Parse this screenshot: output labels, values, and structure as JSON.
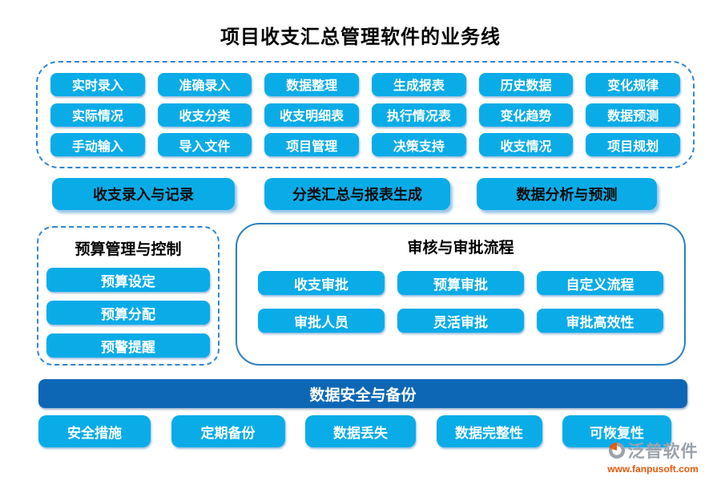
{
  "title": "项目收支汇总管理软件的业务线",
  "colors": {
    "button_blue": "#0AACE8",
    "dark_blue": "#0D67B5",
    "dashed_border_blue": "#2E86D3",
    "solid_border_blue": "#2E7FC1",
    "logo_gray": "#9AA2AA",
    "logo_orange": "#E8590C"
  },
  "feature_grid": {
    "rows": [
      [
        "实时录入",
        "准确录入",
        "数据整理",
        "生成报表",
        "历史数据",
        "变化规律"
      ],
      [
        "实际情况",
        "收支分类",
        "收支明细表",
        "执行情况表",
        "变化趋势",
        "数据预测"
      ],
      [
        "手动输入",
        "导入文件",
        "项目管理",
        "决策支持",
        "收支情况",
        "项目规划"
      ]
    ]
  },
  "process_buttons": [
    "收支录入与记录",
    "分类汇总与报表生成",
    "数据分析与预测"
  ],
  "budget_panel": {
    "title": "预算管理与控制",
    "items": [
      "预算设定",
      "预算分配",
      "预警提醒"
    ]
  },
  "approval_panel": {
    "title": "审核与审批流程",
    "rows": [
      [
        "收支审批",
        "预算审批",
        "自定义流程"
      ],
      [
        "审批人员",
        "灵活审批",
        "审批高效性"
      ]
    ]
  },
  "security_bar": {
    "label": "数据安全与备份"
  },
  "security_items": [
    "安全措施",
    "定期备份",
    "数据丢失",
    "数据完整性",
    "可恢复性"
  ],
  "logo": {
    "name": "泛普软件",
    "url": "www.fanpusoft.com"
  }
}
